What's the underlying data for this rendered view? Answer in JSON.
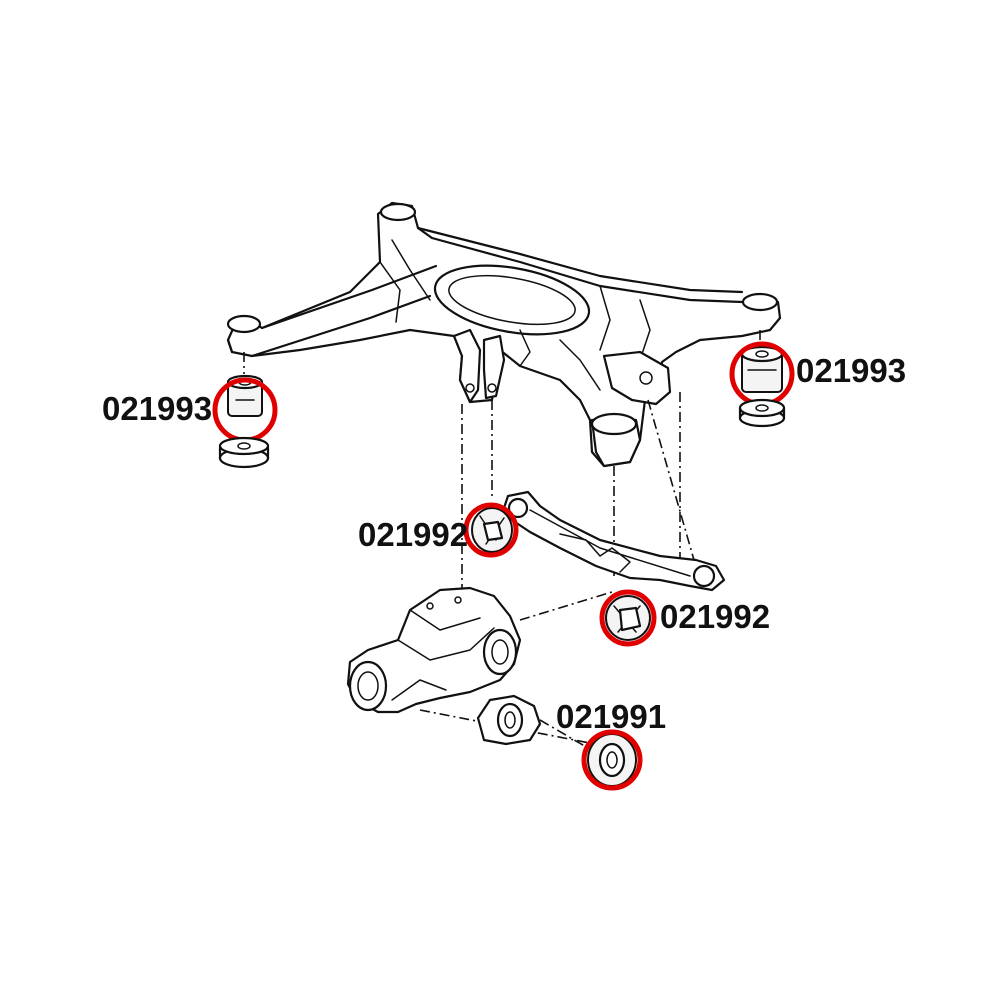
{
  "colors": {
    "highlight": "#e00000",
    "line": "#111111",
    "background": "#ffffff"
  },
  "labels": {
    "subframe_left": "021993",
    "subframe_right": "021993",
    "diff_carrier_left": "021992",
    "diff_carrier_right": "021992",
    "diff_front_mount": "021991"
  }
}
